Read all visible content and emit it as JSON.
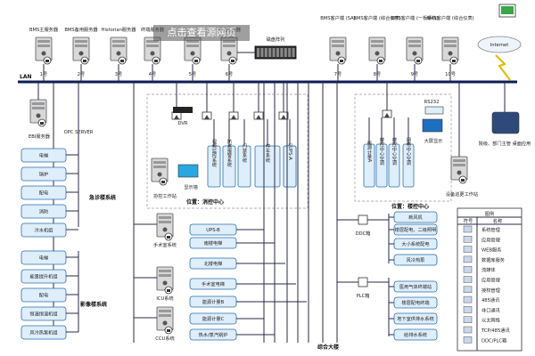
{
  "colors": {
    "bus": "#0c1e55",
    "line": "#2a2a48",
    "box_fill": "#dfeefb",
    "box_stroke": "#2a6fb0",
    "accent": "#29a7e0"
  },
  "lan_label": "LAN",
  "watermark": "点击查看源网页",
  "top_servers": [
    {
      "name": "BMS主服务器",
      "num": "1号"
    },
    {
      "name": "BMS备用服务器",
      "num": "2号"
    },
    {
      "name": "Historian服务器",
      "num": "3号"
    },
    {
      "name": "终端服务器",
      "num": "4号"
    },
    {
      "name": "",
      "num": "5号"
    },
    {
      "name": "留主服务器",
      "num": "6号"
    }
  ],
  "disk_array_label": "磁盘阵列",
  "client_servers": [
    {
      "name": "BMS客户端 (SA)",
      "num": "7号"
    },
    {
      "name": "BMS客户端 (综合仪表)",
      "num": "8号"
    },
    {
      "name": "BMS客户端 (一板系统)",
      "num": "9号"
    },
    {
      "name": "BMS客户端 (综合仪表)",
      "num": "10号"
    }
  ],
  "internet_label": "Internet",
  "ebi_server": "EBI服务器",
  "opc_server": "OPC SERVER",
  "left_group1": {
    "title": "急诊楼系统",
    "items": [
      "电梯",
      "锅炉",
      "配电",
      "消防",
      "冷水机组"
    ]
  },
  "left_group2": {
    "title": "影像楼系统",
    "items": [
      "电梯",
      "能量提升机组",
      "配电",
      "恒温恒湿机组",
      "风冷热泵机组"
    ]
  },
  "dvr_label": "DVR",
  "workstation_label": "协控工作站",
  "monitor_wall_label": "显示墙",
  "fire_center": {
    "title": "位置：消控中心",
    "systems": [
      "视频监控系统",
      "防盗报警系统",
      "门禁系统",
      "停车系统",
      "门禁系统",
      "UPS-A"
    ]
  },
  "control_center": {
    "title": "位置：楼控中心",
    "systems": [
      "能源计量A",
      "楼控中心空调",
      "楼控中心空调",
      "网络中心空调"
    ],
    "device": "大屏显示",
    "rs_label": "RS232",
    "workstation": "设备巡更工作站"
  },
  "distant_label": "院级、部门主管 桌面应用",
  "field_controllers": [
    "手术室系统",
    "ICU系统",
    "CCU系统"
  ],
  "middle_items": [
    "UPS-B",
    "南楼电梯",
    "北楼电梯",
    "手术室电梯",
    "能源计量B",
    "能源计量C",
    "热水/蒸汽锅炉"
  ],
  "ddc_label": "DDC箱",
  "plc_label": "PLC箱",
  "right_items_top": [
    "新风机",
    "楼层配电、二级照明",
    "大小系统配电",
    "风冷热泵"
  ],
  "right_items_bottom": [
    "医用气体终端站",
    "楼层配电终端",
    "地下室供排水系统",
    "给排水系统"
  ],
  "building_label": "综合大楼",
  "legend": {
    "title": "图例",
    "headers": [
      "符号",
      "名称"
    ],
    "items": [
      "系统管理",
      "应用管理",
      "WEB服务",
      "数据库服务",
      "流媒体",
      "应用管理",
      "授权管理",
      "485通讯",
      "非口通讯",
      "以太网络",
      "TCP/485通讯",
      "DDC/PLC箱"
    ]
  }
}
